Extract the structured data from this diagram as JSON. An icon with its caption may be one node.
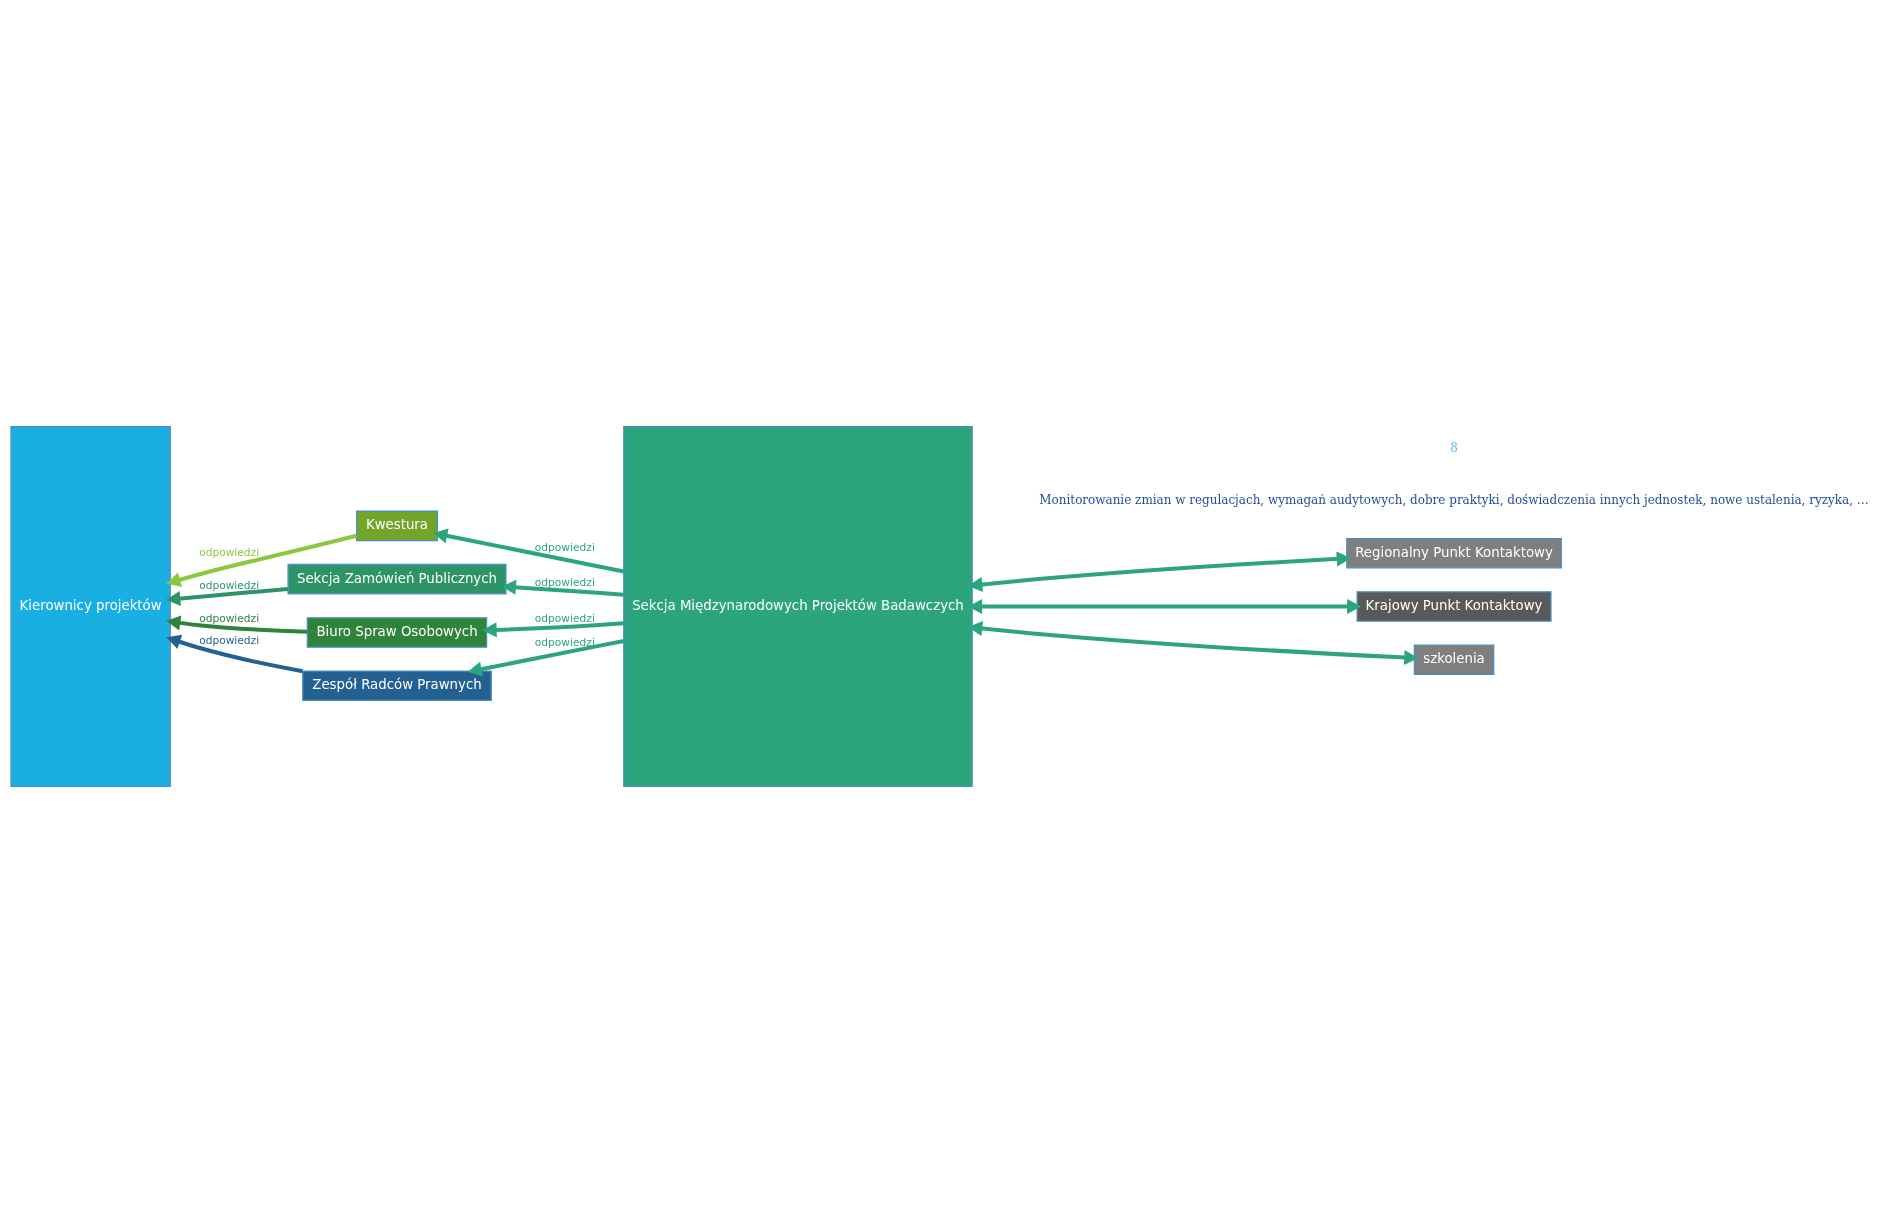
{
  "diagram": {
    "nodes": [
      {
        "text": [
          "Kierownicy projektów"
        ]
      },
      {
        "text": [
          "Kwestura"
        ]
      },
      {
        "text": [
          "Sekcja Zamówień Publicznych"
        ]
      },
      {
        "text": [
          "Biuro Spraw Osobowych"
        ]
      },
      {
        "text": [
          "Zespół Radców Prawnych"
        ]
      },
      {
        "text": [
          "Sekcja Międzynarodowych Projektów Badawczych"
        ]
      },
      {
        "text": [
          "Regionalny Punkt Kontaktowy"
        ]
      },
      {
        "text": [
          "Krajowy Punkt Kontaktowy"
        ]
      },
      {
        "text": [
          "szkolenia"
        ]
      }
    ],
    "edges": [
      {
        "from": 6,
        "to": 5,
        "arrow": "both"
      },
      {
        "from": 5,
        "to": 1,
        "arrow": "to",
        "label": "odpowiedzi"
      },
      {
        "from": 1,
        "to": 0,
        "arrow": "to",
        "label": "odpowiedzi",
        "color": "#8dc63f"
      },
      {
        "from": 5,
        "to": 2,
        "arrow": "to",
        "label": "odpowiedzi"
      },
      {
        "from": 2,
        "to": 0,
        "arrow": "to",
        "label": "odpowiedzi",
        "color": "#2e9468"
      },
      {
        "from": 7,
        "to": 5,
        "arrow": "both"
      },
      {
        "from": 5,
        "to": 3,
        "arrow": "to",
        "label": "odpowiedzi"
      },
      {
        "from": 3,
        "to": 0,
        "arrow": "to",
        "label": "odpowiedzi",
        "color": "#2e843a"
      },
      {
        "from": 5,
        "to": 4,
        "arrow": "to",
        "label": "odpowiedzi"
      },
      {
        "from": 4,
        "to": 0,
        "arrow": "to",
        "label": "odpowiedzi",
        "color": "#236192"
      },
      {
        "from": 8,
        "to": 5,
        "arrow": "both"
      }
    ],
    "labels": [
      "Monitorowanie zmian w regulacjach, wymagań audytowych, dobre praktyki, doświadczenia innych jednostek, nowe ustalenia, ryzyka, …",
      "8"
    ]
  }
}
